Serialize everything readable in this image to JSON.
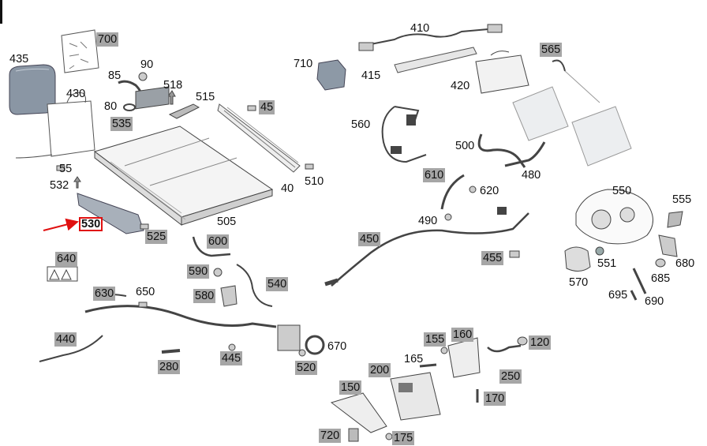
{
  "diagram": {
    "selected_part": "530",
    "colors": {
      "highlight_fill": "#a6a6a6",
      "selection_outline": "#e01010",
      "line": "#333333"
    },
    "labels": {
      "l700": "700",
      "l435": "435",
      "l430": "430",
      "l85": "85",
      "l90": "90",
      "l518": "518",
      "l515": "515",
      "l80": "80",
      "l535": "535",
      "l45": "45",
      "l55": "55",
      "l532": "532",
      "l530": "530",
      "l525": "525",
      "l505": "505",
      "l40": "40",
      "l510": "510",
      "l410": "410",
      "l415": "415",
      "l420": "420",
      "l565": "565",
      "l710": "710",
      "l560": "560",
      "l500": "500",
      "l480": "480",
      "l610": "610",
      "l620": "620",
      "l550": "550",
      "l555": "555",
      "l490": "490",
      "l450": "450",
      "l455": "455",
      "l551": "551",
      "l680": "680",
      "l570": "570",
      "l685": "685",
      "l695": "695",
      "l690": "690",
      "l600": "600",
      "l640": "640",
      "l590": "590",
      "l540": "540",
      "l580": "580",
      "l630": "630",
      "l650": "650",
      "l440": "440",
      "l280": "280",
      "l445": "445",
      "l520": "520",
      "l670": "670",
      "l155": "155",
      "l160": "160",
      "l120": "120",
      "l165": "165",
      "l200": "200",
      "l250": "250",
      "l150": "150",
      "l170": "170",
      "l720": "720",
      "l175": "175"
    }
  }
}
